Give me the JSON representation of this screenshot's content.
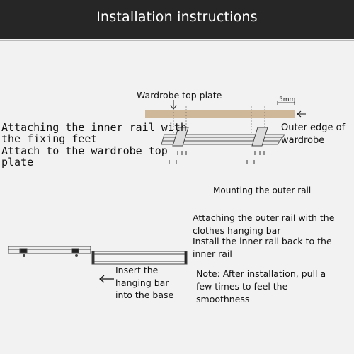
{
  "header": {
    "title": "Installation instructions"
  },
  "labels": {
    "top_plate": "Wardrobe top plate",
    "five_mm": "5mm",
    "attach_inner_1": "Attaching the inner rail with",
    "attach_inner_2": "the fixing feet",
    "attach_top_1": "Attach to the wardrobe top",
    "attach_top_2": "plate",
    "outer_edge_1": "Outer edge of",
    "outer_edge_2": "wardrobe",
    "mount_outer": "Mounting the outer rail",
    "attach_outer_1": "Attaching the outer rail with the",
    "attach_outer_2": "clothes hanging bar",
    "install_inner_1": "Install the inner rail back to the",
    "install_inner_2": "inner rail",
    "note_1": "Note: After installation, pull a",
    "note_2": "few times to feel the",
    "note_3": "smoothness",
    "insert_1": "Insert the",
    "insert_2": "hanging bar",
    "insert_3": "into the base"
  },
  "colors": {
    "header_bg": "#262626",
    "page_bg": "#f2f2f2",
    "top_plate": "#cfb79a"
  }
}
